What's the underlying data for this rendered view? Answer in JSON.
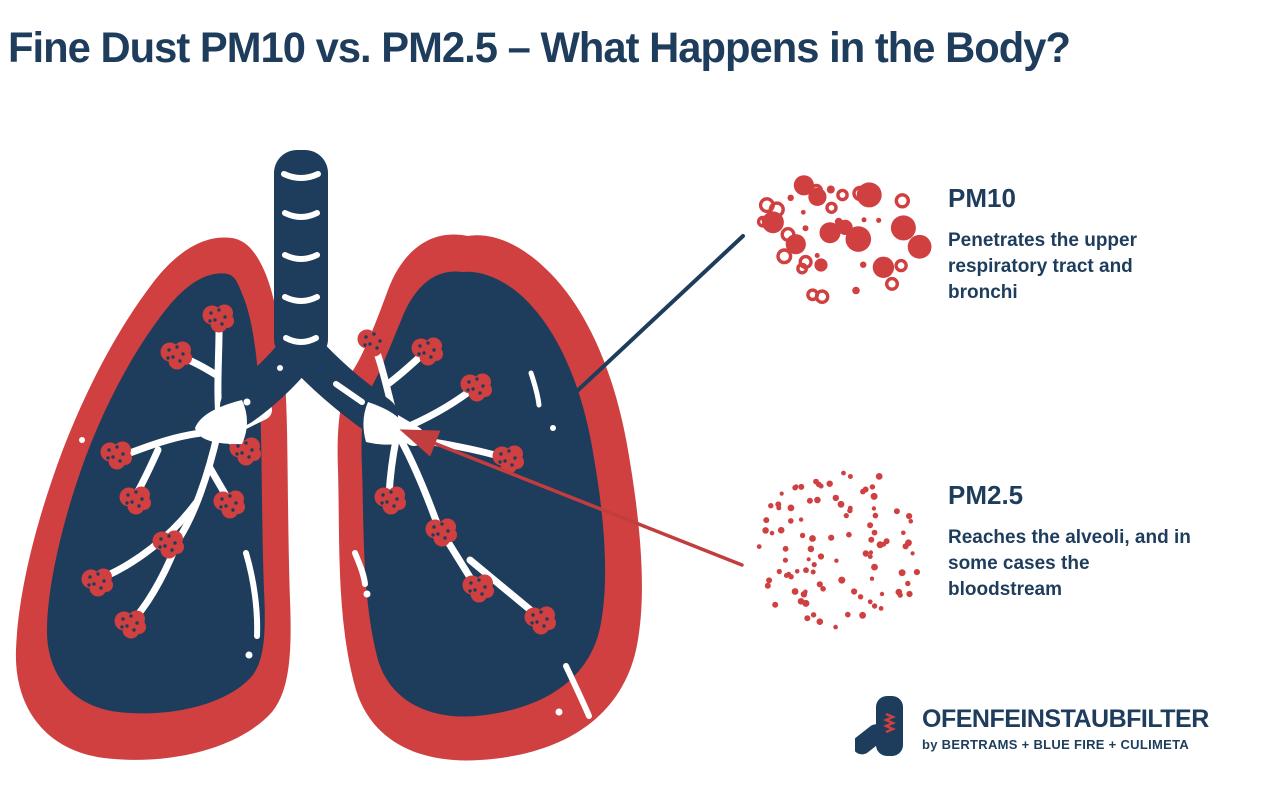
{
  "page": {
    "title": "Fine Dust PM10 vs. PM2.5 – What Happens in the Body?"
  },
  "colors": {
    "navy": "#1e3d5c",
    "red": "#d04040",
    "arrow_red": "#c23d3d",
    "background": "#ffffff"
  },
  "annotations": {
    "pm10": {
      "heading": "PM10",
      "description": "Penetrates the upper\nrespiratory tract and\nbronchi"
    },
    "pm25": {
      "heading": "PM2.5",
      "description": "Reaches the alveoli, and in\nsome cases the\nbloodstream"
    }
  },
  "logo": {
    "brand": "OFENFEINSTAUBFILTER",
    "tagline": "by BERTRAMS + BLUE FIRE + CULIMETA"
  },
  "icons": {
    "lungs": "lungs-illustration",
    "pm10_particles": "pm10-particle-cluster",
    "pm25_particles": "pm25-particle-cluster",
    "logo_icon": "chimney-filter-icon"
  }
}
